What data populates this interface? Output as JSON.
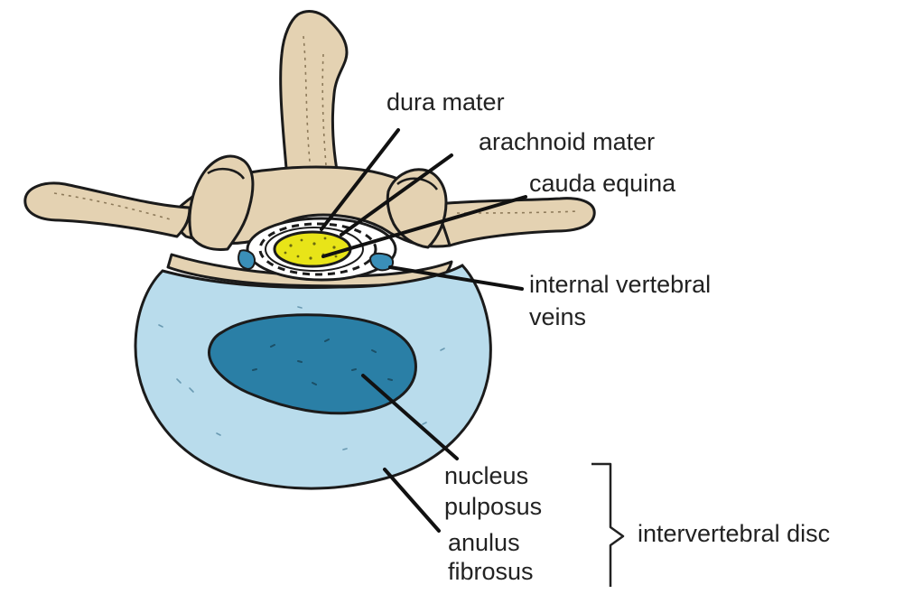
{
  "labels": {
    "dura_mater": "dura mater",
    "arachnoid_mater": "arachnoid mater",
    "cauda_equina": "cauda equina",
    "internal_vertebral_veins_line1": "internal vertebral",
    "internal_vertebral_veins_line2": "veins",
    "nucleus_pulposus_line1": "nucleus",
    "nucleus_pulposus_line2": "pulposus",
    "anulus_fibrosus_line1": "anulus",
    "anulus_fibrosus_line2": "fibrosus",
    "intervertebral_disc": "intervertebral disc"
  },
  "colors": {
    "bone": "#e4d2b2",
    "outline": "#1b1b1b",
    "anulus_fibrosus": "#b9dcec",
    "nucleus_pulposus": "#2a7fa6",
    "cauda_equina": "#e8e418",
    "veins": "#3a8fb8",
    "text": "#222222"
  }
}
